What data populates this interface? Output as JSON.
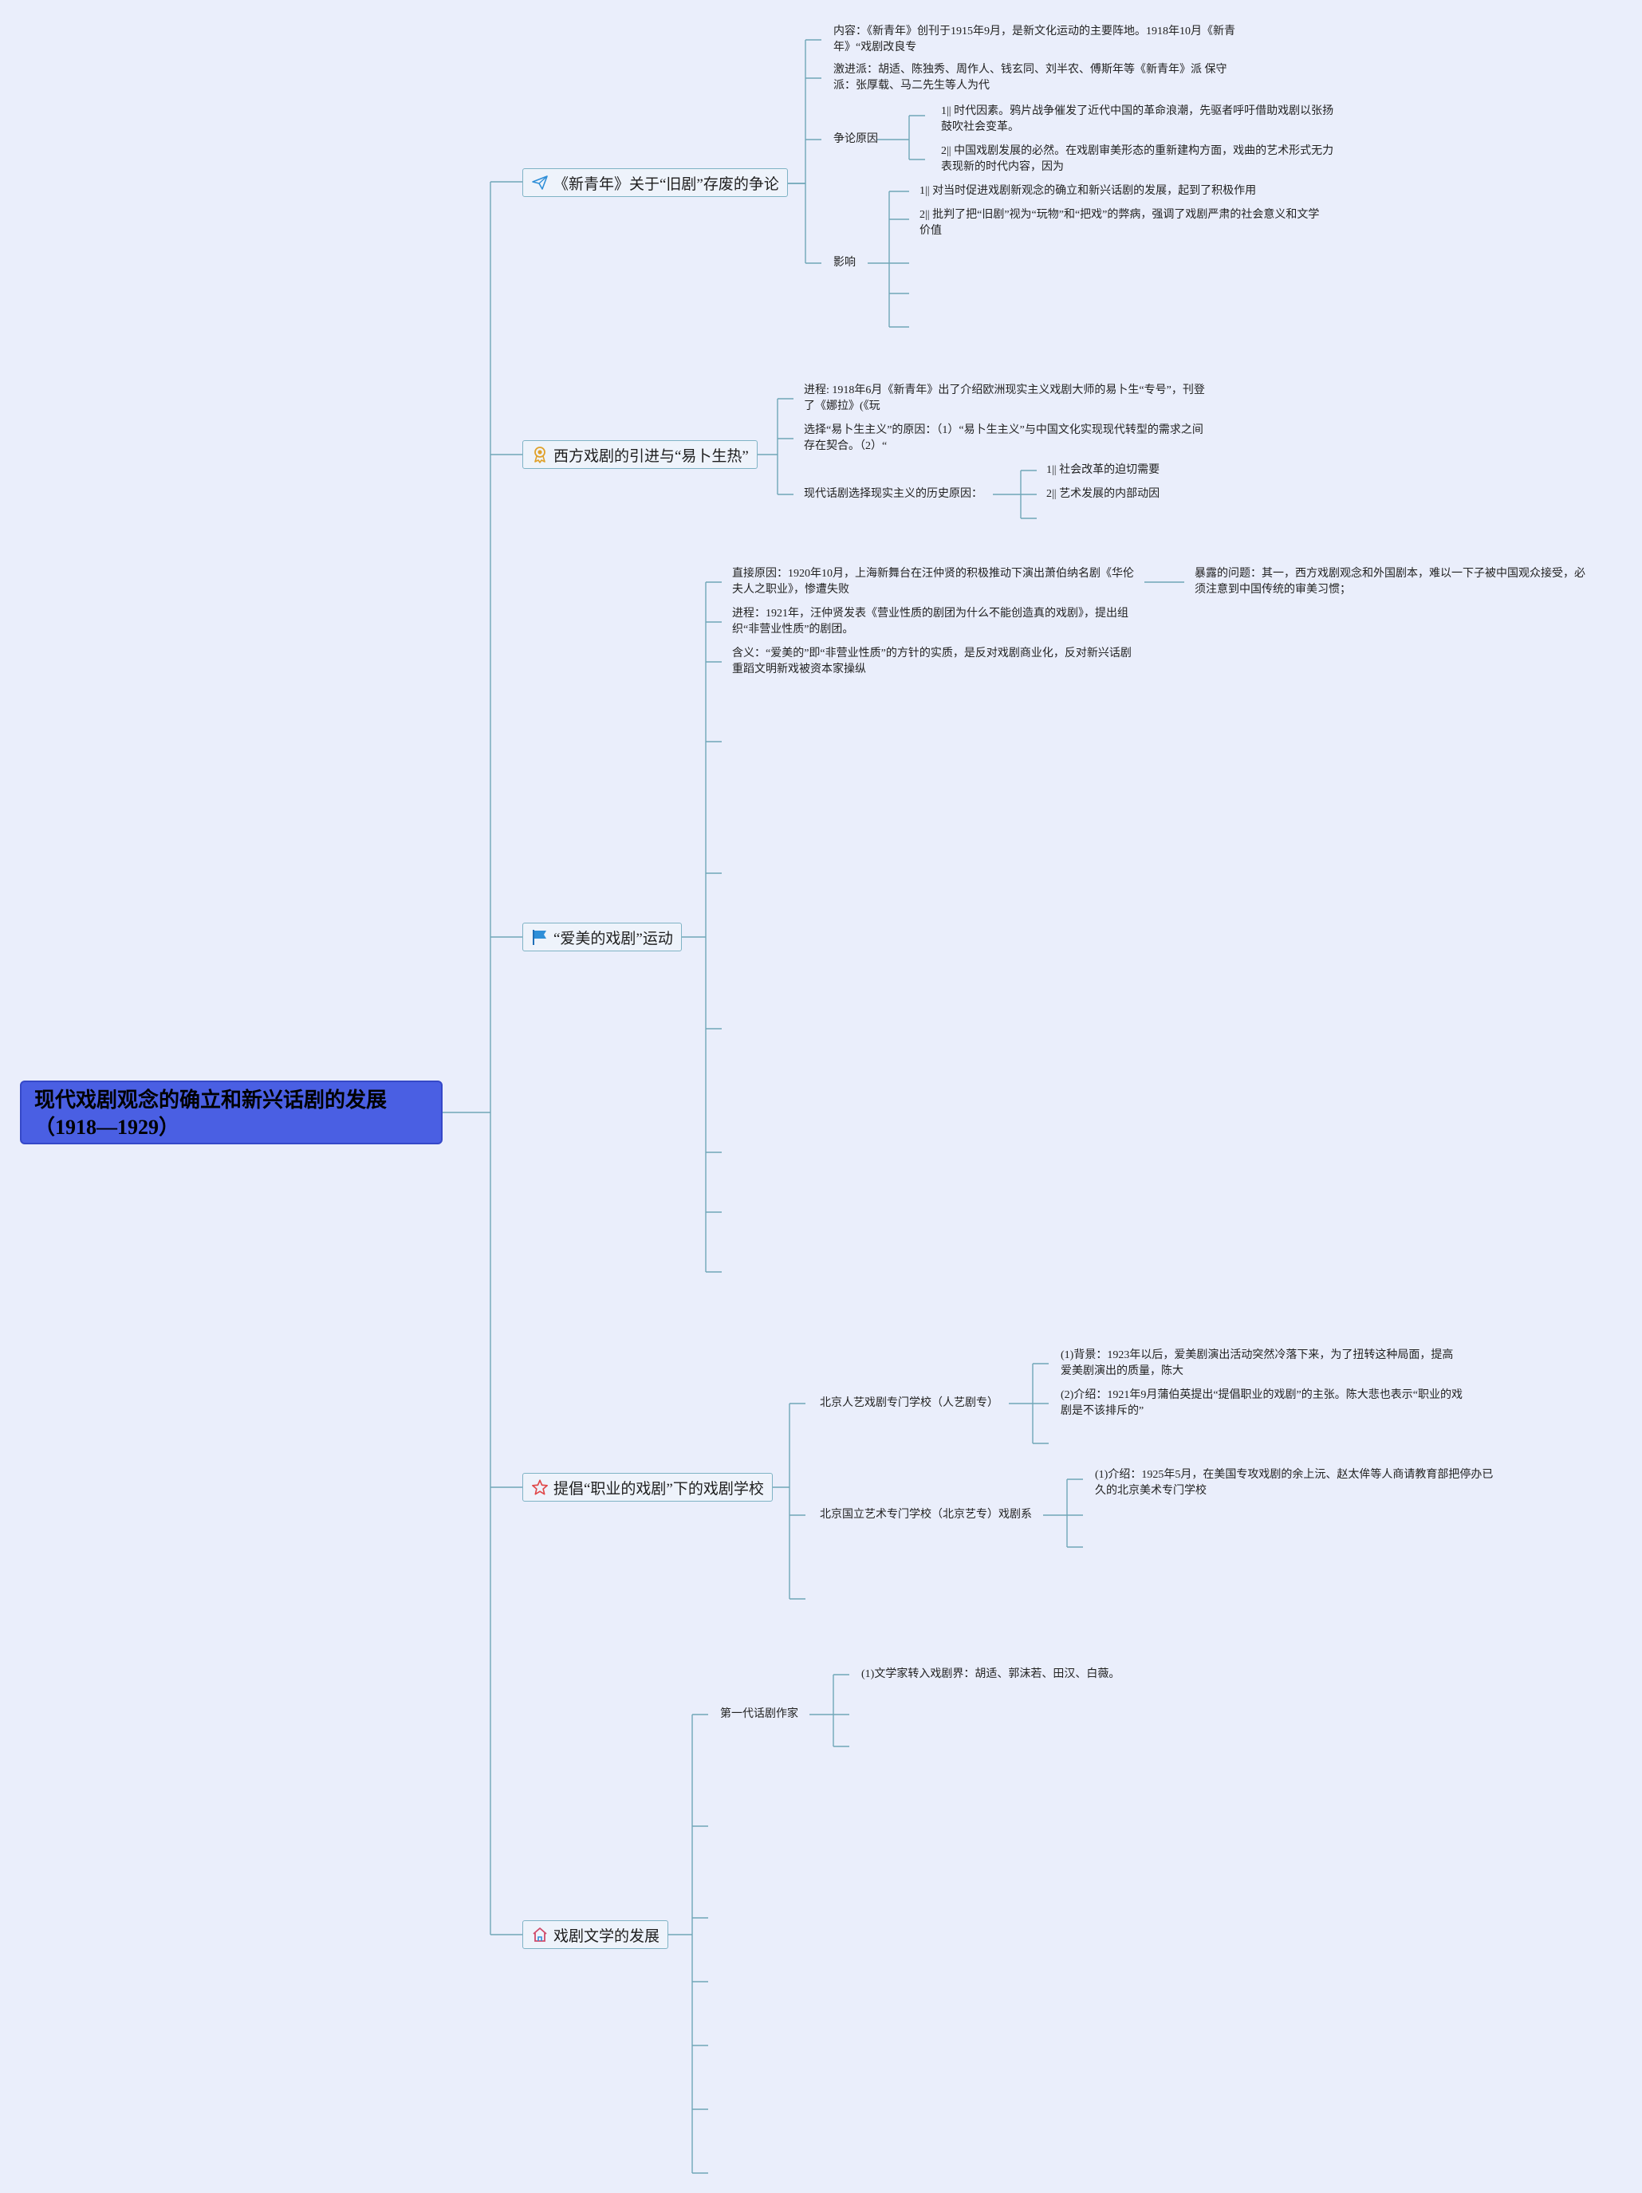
{
  "root": {
    "title": "现代戏剧观念的确立和新兴话剧的发展（1918—1929）"
  },
  "branches": [
    {
      "label": "《新青年》关于“旧剧”存废的争论",
      "icon": "paper-plane-icon",
      "items": {
        "content": "内容：《新青年》创刊于1915年9月，是新文化运动的主要阵地。1918年10月《新青年》“戏剧改良专",
        "radicals": "激进派：胡适、陈独秀、周作人、钱玄同、刘半农、傅斯年等《新青年》派 保守派：张厚载、马二先生等人为代",
        "cause_label": "争论原因",
        "cause_1": "1|| 时代因素。鸦片战争催发了近代中国的革命浪潮，先驱者呼吁借助戏剧以张扬鼓吹社会变革。",
        "cause_2": "2|| 中国戏剧发展的必然。在戏剧审美形态的重新建构方面，戏曲的艺术形式无力表现新的时代内容，因为",
        "impact_label": "影响",
        "impact_1": "1|| 对当时促进戏剧新观念的确立和新兴话剧的发展，起到了积极作用",
        "impact_2": "2|| 批判了把“旧剧”视为“玩物”和“把戏”的弊病，强调了戏剧严肃的社会意义和文学价值"
      }
    },
    {
      "label": "西方戏剧的引进与“易卜生热”",
      "icon": "award-ribbon-icon",
      "items": {
        "process": "进程: 1918年6月《新青年》出了介绍欧洲现实主义戏剧大师的易卜生“专号”，刊登了《娜拉》(《玩",
        "reason": "选择“易卜生主义”的原因：（1）“易卜生主义”与中国文化实现现代转型的需求之间存在契合。（2）“",
        "history_label": "现代话剧选择现实主义的历史原因：",
        "history_1": "1|| 社会改革的迫切需要",
        "history_2": "2|| 艺术发展的内部动因"
      }
    },
    {
      "label": "“爱美的戏剧”运动",
      "icon": "flag-icon",
      "items": {
        "direct": "直接原因：1920年10月，上海新舞台在汪仲贤的积极推动下演出萧伯纳名剧《华伦夫人之职业》，惨遭失败",
        "exposed": "暴露的问题：其一，西方戏剧观念和外国剧本，难以一下子被中国观众接受，必须注意到中国传统的审美习惯；",
        "process": "进程：1921年，汪仲贤发表《营业性质的剧团为什么不能创造真的戏剧》，提出组织“非营业性质”的剧团。",
        "meaning": "含义：“爱美的”即“非营业性质”的方针的实质，是反对戏剧商业化，反对新兴话剧重蹈文明新戏被资本家操纵"
      }
    },
    {
      "label": "提倡“职业的戏剧”下的戏剧学校",
      "icon": "star-icon",
      "items": {
        "school_1": "北京人艺戏剧专门学校（人艺剧专）",
        "school_1_bg": "(1)背景：1923年以后，爱美剧演出活动突然冷落下来，为了扭转这种局面，提高爱美剧演出的质量，陈大",
        "school_1_intro": "(2)介绍：1921年9月蒲伯英提出“提倡职业的戏剧”的主张。陈大悲也表示“职业的戏剧是不该排斥的”",
        "school_2": "北京国立艺术专门学校（北京艺专）戏剧系",
        "school_2_intro": "(1)介绍：1925年5月，在美国专攻戏剧的余上沅、赵太侔等人商请教育部把停办已久的北京美术专门学校"
      }
    },
    {
      "label": "戏剧文学的发展",
      "icon": "home-icon",
      "items": {
        "gen1": "第一代话剧作家",
        "gen1_1": "(1)文学家转入戏剧界：胡适、郭沫若、田汉、白薇。"
      }
    }
  ],
  "colors": {
    "background": "#eaeefb",
    "root_fill": "#4a5fe3",
    "connector": "#6fa6b8",
    "branch_border": "#7fb3c5",
    "icon_blue": "#2f8fd8",
    "icon_gold": "#e0a12a",
    "icon_red": "#e04848",
    "icon_pink": "#d04a6a"
  }
}
